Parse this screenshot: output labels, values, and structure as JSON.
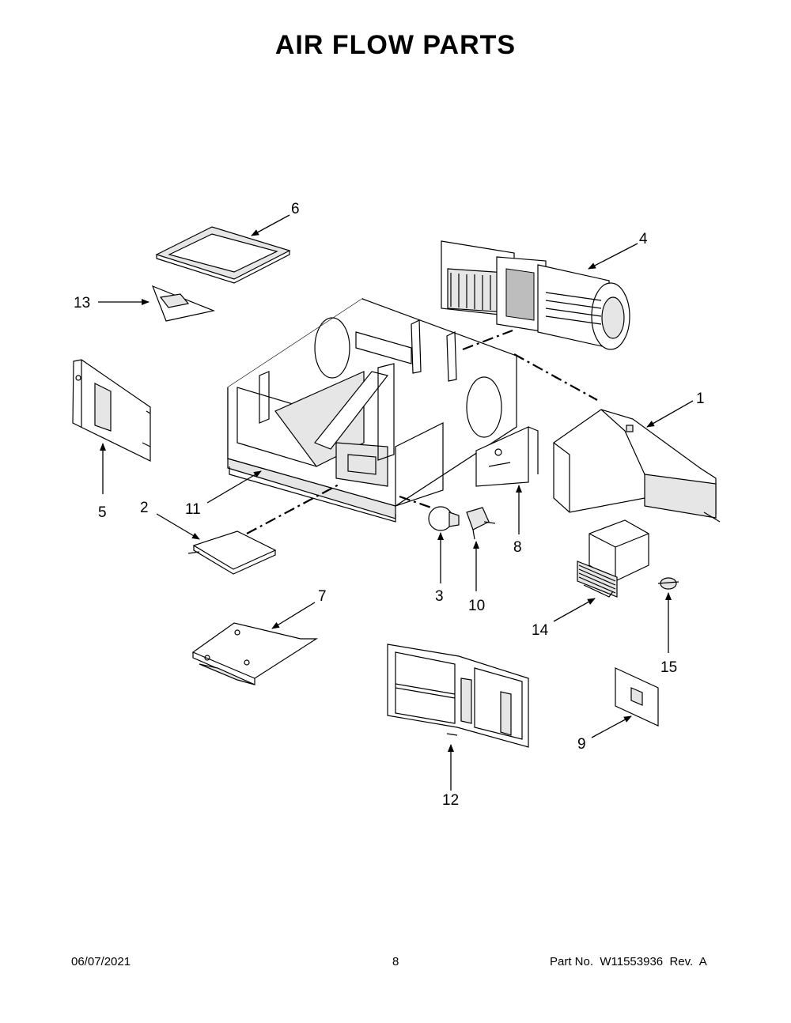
{
  "page": {
    "title": "AIR FLOW PARTS",
    "date": "06/07/2021",
    "page_number": "8",
    "part_number": "Part No.  W11553936  Rev.  A"
  },
  "callouts": {
    "c1": "1",
    "c2": "2",
    "c3": "3",
    "c4": "4",
    "c5": "5",
    "c6": "6",
    "c7": "7",
    "c8": "8",
    "c9": "9",
    "c10": "10",
    "c11": "11",
    "c12": "12",
    "c13": "13",
    "c14": "14",
    "c15": "15"
  }
}
